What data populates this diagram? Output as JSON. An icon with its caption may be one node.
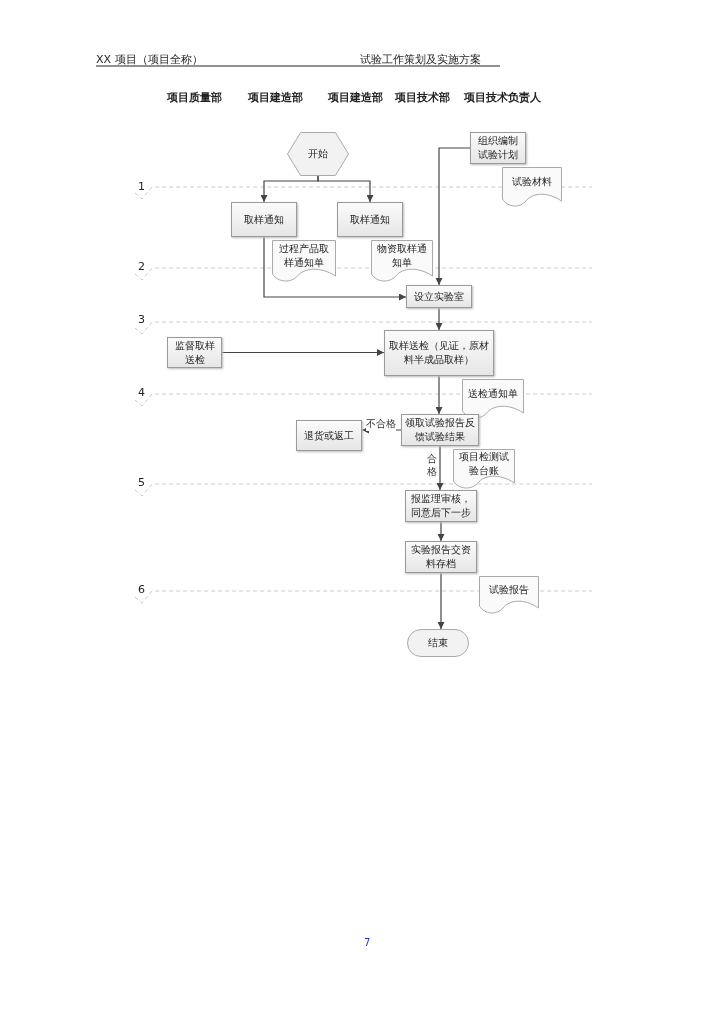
{
  "diagram": {
    "nodes": [
      {
        "text": [
          "开始"
        ]
      },
      {
        "text": [
          "取样通知"
        ]
      },
      {
        "text": [
          "取样通知"
        ]
      },
      {
        "text": [
          "组织编制试验计划"
        ]
      },
      {
        "text": [
          "过程产品取样通知单"
        ]
      },
      {
        "text": [
          "物资取样通知单"
        ]
      },
      {
        "text": [
          "试验材料"
        ]
      },
      {
        "text": [
          "设立实验室"
        ]
      },
      {
        "text": [
          "监督取样送检"
        ]
      },
      {
        "text": [
          "取样送检（见证，原材料半成品取样）"
        ]
      },
      {
        "text": [
          "送检通知单"
        ]
      },
      {
        "text": [
          "领取试验报告反馈试验结果"
        ]
      },
      {
        "text": [
          "退货或返工"
        ]
      },
      {
        "text": [
          "项目检测试验台账"
        ]
      },
      {
        "text": [
          "报监理审核，同意后下一步"
        ]
      },
      {
        "text": [
          "实验报告交资料存档"
        ]
      },
      {
        "text": [
          "试验报告"
        ]
      },
      {
        "text": [
          "结束"
        ]
      }
    ],
    "edges": [
      {
        "from": 0,
        "to": 1,
        "arrow": "to"
      },
      {
        "from": 0,
        "to": 2,
        "arrow": "to"
      },
      {
        "from": 3,
        "to": 7,
        "arrow": "to"
      },
      {
        "from": 1,
        "to": 7,
        "arrow": "to"
      },
      {
        "from": 7,
        "to": 9,
        "arrow": "to"
      },
      {
        "from": 8,
        "to": 9,
        "arrow": "to"
      },
      {
        "from": 9,
        "to": 11,
        "arrow": "to"
      },
      {
        "from": 11,
        "to": 12,
        "arrow": "to",
        "label": "不合格"
      },
      {
        "from": 11,
        "to": 14,
        "arrow": "to",
        "label": "合格"
      },
      {
        "from": 14,
        "to": 15,
        "arrow": "to"
      },
      {
        "from": 15,
        "to": 17,
        "arrow": "to"
      }
    ],
    "labels": [
      "XX 项目（项目全称）",
      "试验工作策划及实施方案",
      "项目质量部",
      "项目建造部",
      "项目建造部",
      "项目技术部",
      "项目技术负责人",
      "1",
      "2",
      "3",
      "4",
      "5",
      "6",
      "7"
    ]
  }
}
